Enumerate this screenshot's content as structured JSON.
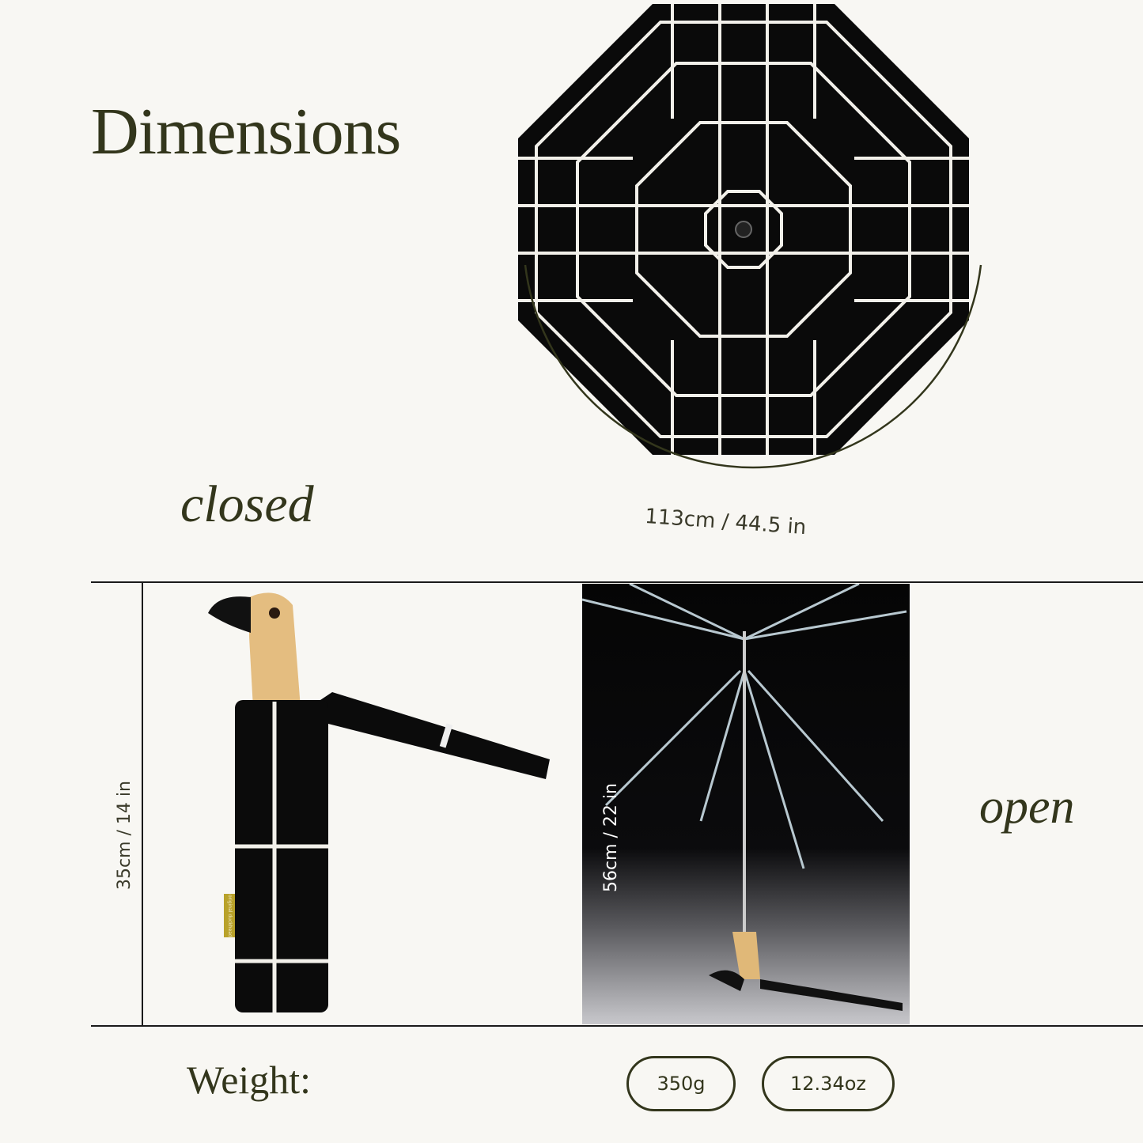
{
  "title": "Dimensions",
  "labels": {
    "closed": "closed",
    "open": "open",
    "weight": "Weight:"
  },
  "dimensions": {
    "open_diameter": "113cm / 44.5 in",
    "closed_length": "35cm / 14 in",
    "open_length": "56cm / 22 in"
  },
  "weight": {
    "grams": "350g",
    "ounces": "12.34oz"
  },
  "brand_tag": "original duckhead",
  "colors": {
    "background": "#f8f7f3",
    "text": "#33361c",
    "canopy": "#0a0a0a",
    "grid": "#f2f0ea",
    "handle": "#e0b878"
  }
}
